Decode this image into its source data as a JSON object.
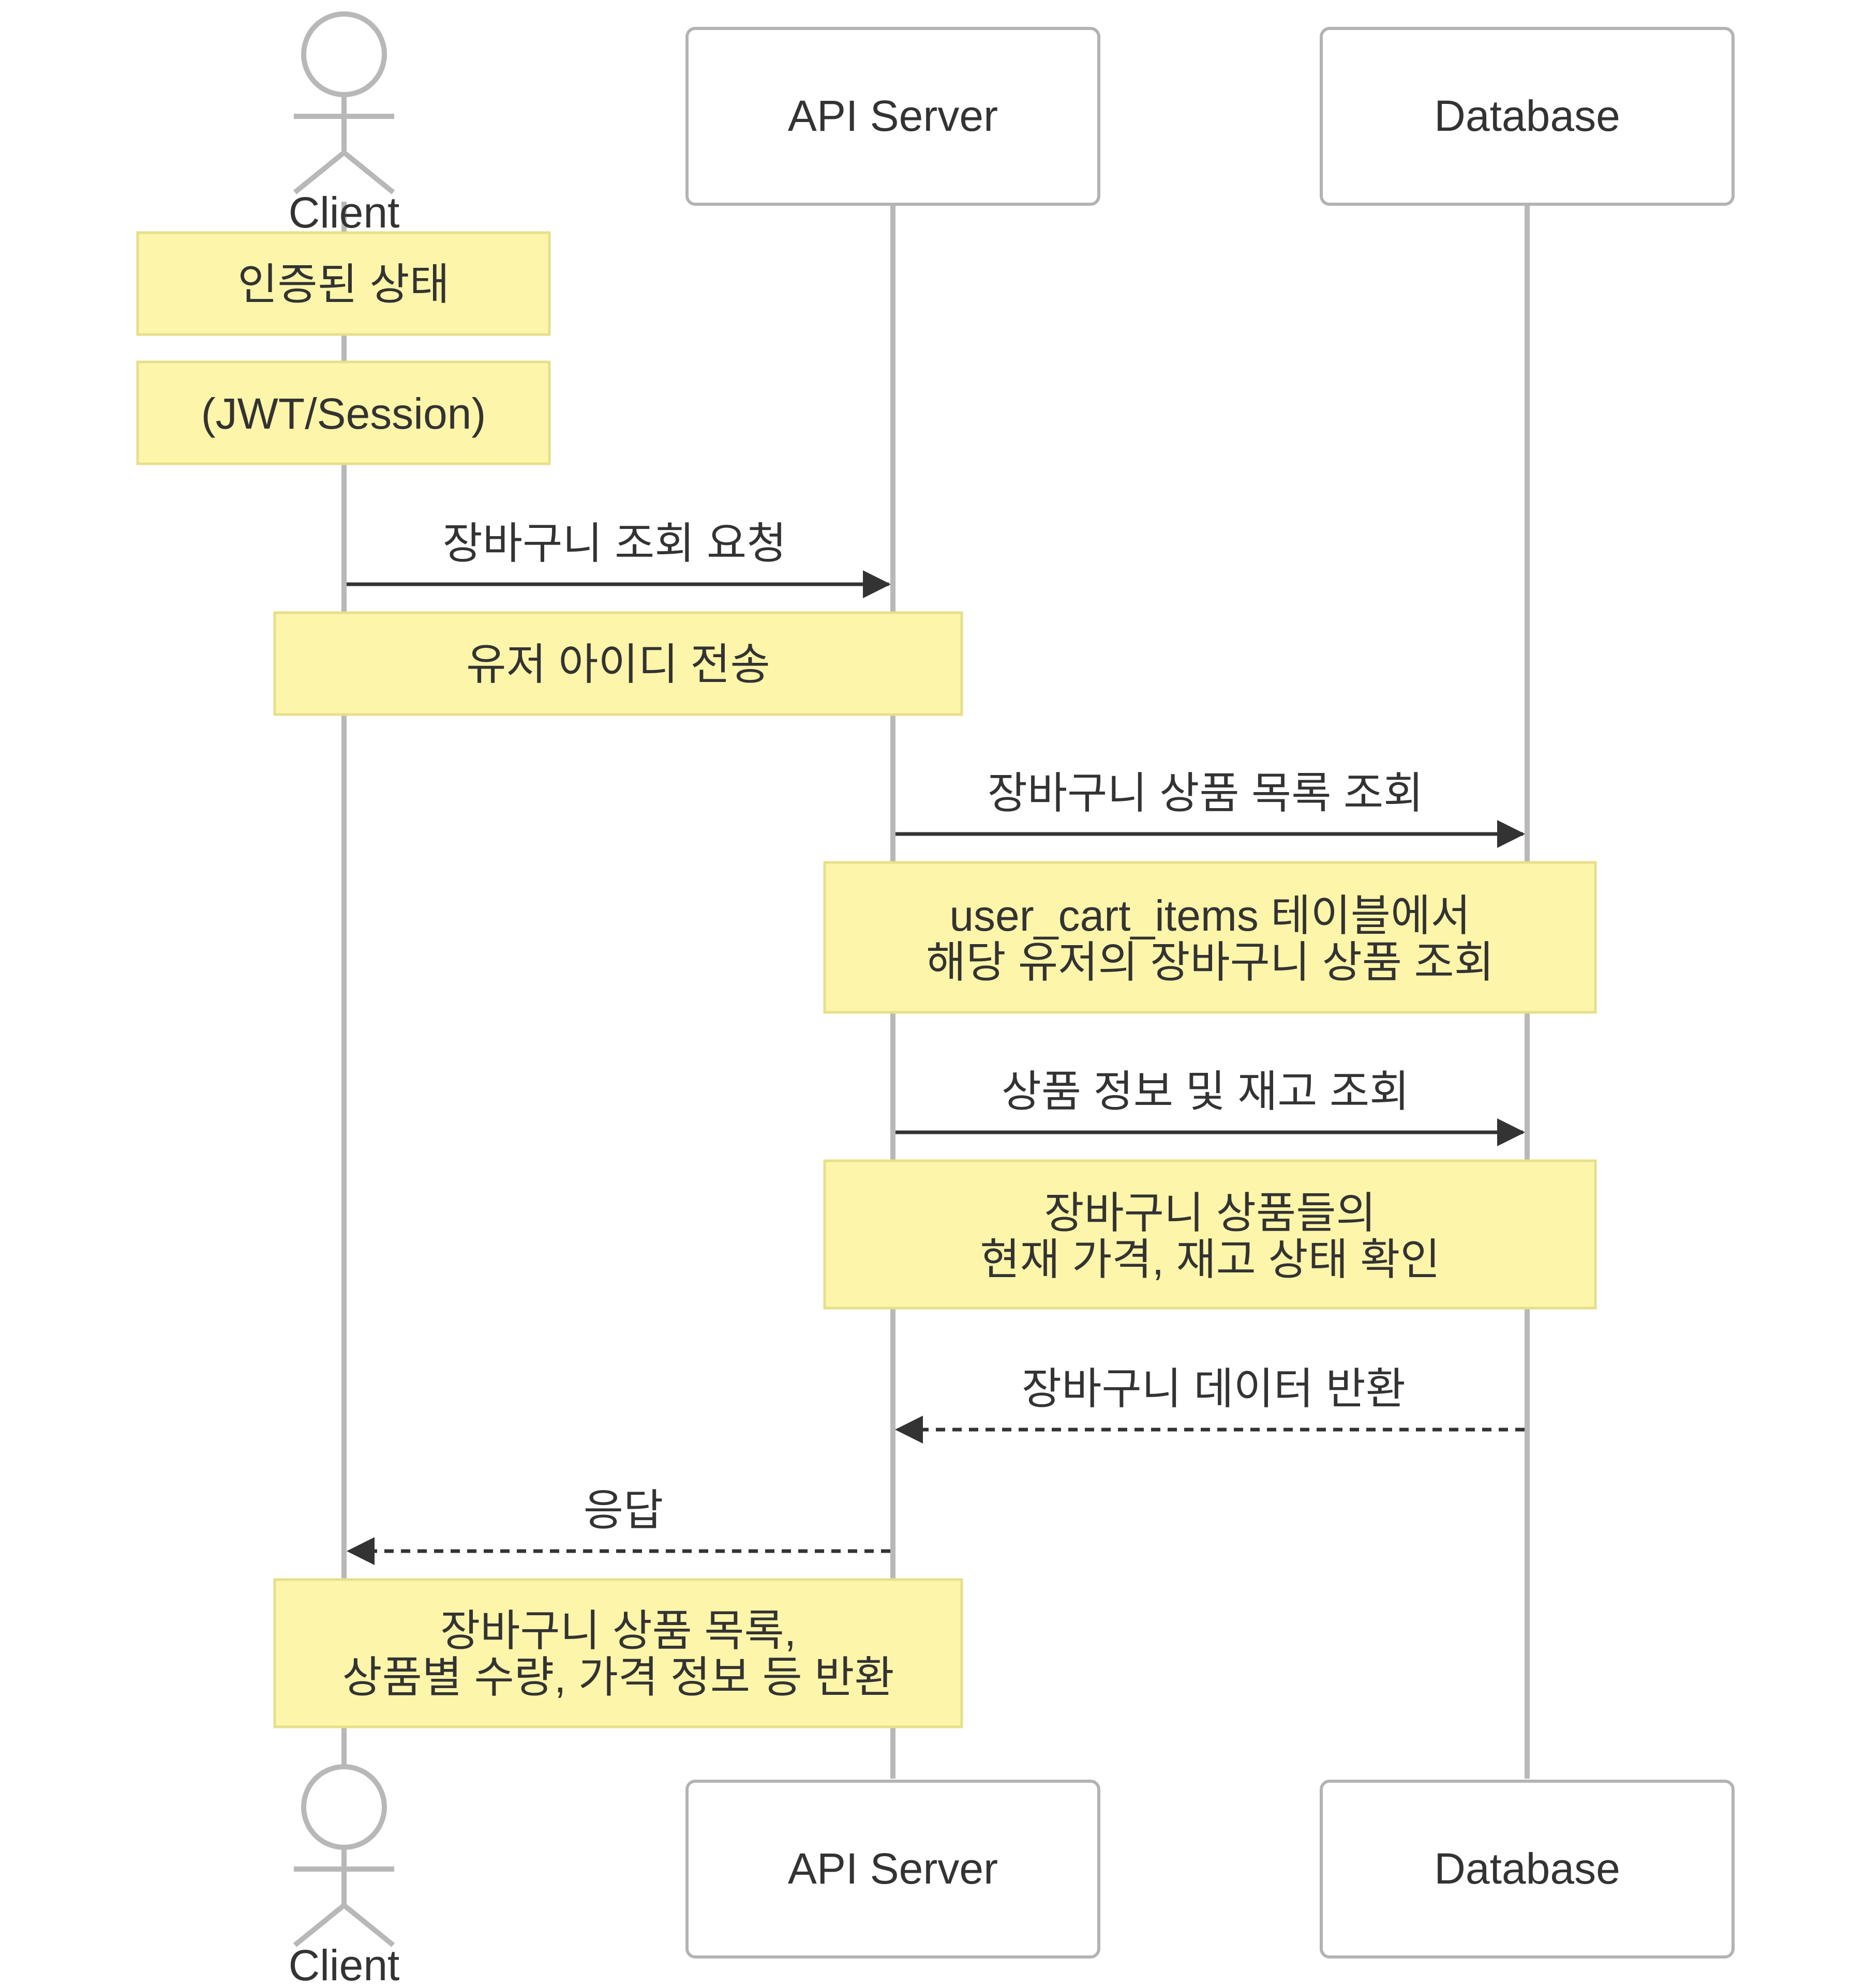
{
  "participants": {
    "client": "Client",
    "api_server": "API Server",
    "database": "Database"
  },
  "notes": {
    "authenticated": "인증된 상태",
    "jwt_session": "(JWT/Session)",
    "send_user_id": "유저 아이디 전송",
    "cart_items_line1": "user_cart_items 테이블에서",
    "cart_items_line2": "해당 유저의 장바구니 상품 조회",
    "check_line1": "장바구니 상품들의",
    "check_line2": "현재 가격, 재고 상태 확인",
    "response_line1": "장바구니 상품 목록,",
    "response_line2": "상품별 수량, 가격 정보 등 반환"
  },
  "messages": {
    "cart_request": "장바구니 조회 요청",
    "cart_items_query": "장바구니 상품 목록 조회",
    "product_stock_query": "상품 정보 및 재고 조회",
    "cart_data_return": "장바구니 데이터 반환",
    "response": "응답"
  },
  "colors": {
    "note_fill": "#fdf5a9",
    "note_stroke": "#e6df8a",
    "lifeline": "#b8b8b8",
    "arrow": "#333333",
    "participant_stroke": "#b3b3b3"
  }
}
